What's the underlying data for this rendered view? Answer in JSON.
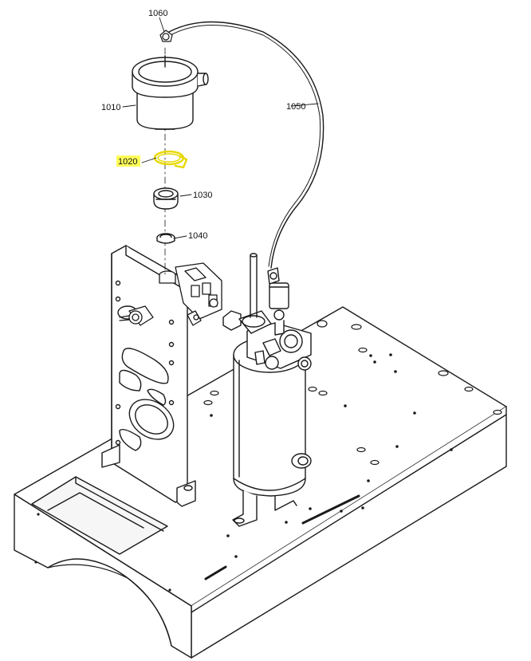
{
  "diagram": {
    "highlight_color": "#ffff5a",
    "highlight_stroke": "#e8d800",
    "line_color": "#1a1a1a",
    "callouts": [
      {
        "id": "1060",
        "label": "1060"
      },
      {
        "id": "1010",
        "label": "1010"
      },
      {
        "id": "1050",
        "label": "1050"
      },
      {
        "id": "1020",
        "label": "1020",
        "highlighted": true
      },
      {
        "id": "1030",
        "label": "1030"
      },
      {
        "id": "1040",
        "label": "1040"
      }
    ]
  }
}
